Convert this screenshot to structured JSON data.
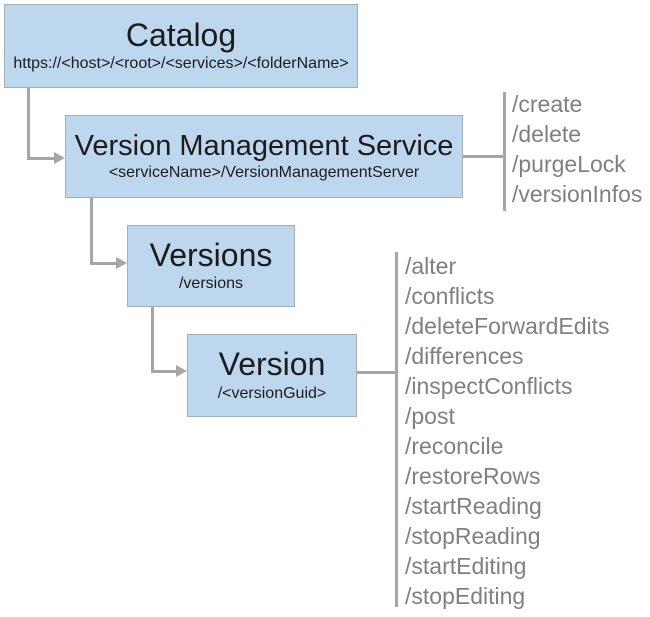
{
  "diagram": {
    "nodes": {
      "catalog": {
        "title": "Catalog",
        "subtitle": "https://<host>/<root>/<services>/<folderName>"
      },
      "vms": {
        "title": "Version Management Service",
        "subtitle": "<serviceName>/VersionManagementServer"
      },
      "versions": {
        "title": "Versions",
        "subtitle": "/versions"
      },
      "version": {
        "title": "Version",
        "subtitle": "/<versionGuid>"
      }
    },
    "vms_operations": [
      "/create",
      "/delete",
      "/purgeLock",
      "/versionInfos"
    ],
    "version_operations": [
      "/alter",
      "/conflicts",
      "/deleteForwardEdits",
      "/differences",
      "/inspectConflicts",
      "/post",
      "/reconcile",
      "/restoreRows",
      "/startReading",
      "/stopReading",
      "/startEditing",
      "/stopEditing"
    ],
    "colors": {
      "node_fill": "#bdd7ee",
      "node_border": "#a3aeb8",
      "connector": "#a6a6a6",
      "operation_text": "#808080",
      "node_text": "#1c1c1c",
      "background": "#ffffff"
    }
  }
}
